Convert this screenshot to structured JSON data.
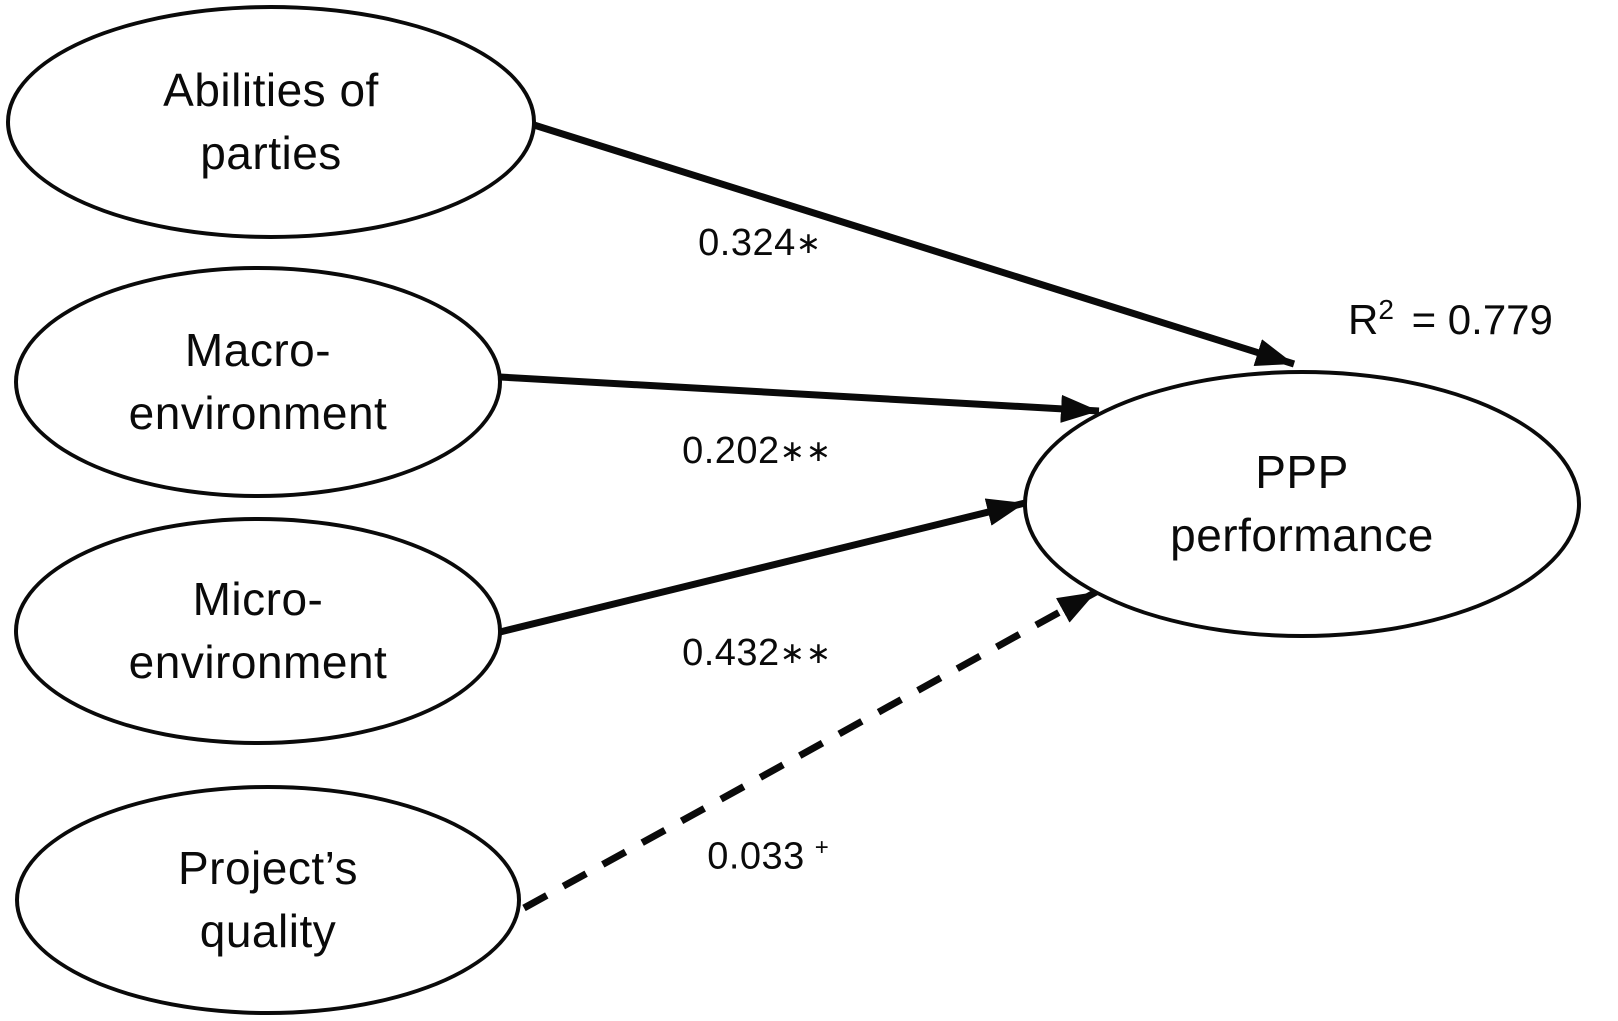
{
  "figure": {
    "kind": "structural-path-diagram",
    "colors": {
      "stroke": "#0a0a0a",
      "background": "#ffffff",
      "text": "#0a0a0a"
    },
    "outcome": {
      "label": "PPP\nperformance",
      "r_squared": {
        "base": "R",
        "superscript": "2",
        "equals": "= 0.779"
      }
    },
    "predictors": [
      {
        "label": "Abilities of\nparties",
        "coefficient": "0.324",
        "significance": "∗",
        "line_style": "solid"
      },
      {
        "label": "Macro-\nenvironment",
        "coefficient": "0.202",
        "significance": "∗∗",
        "line_style": "solid"
      },
      {
        "label": "Micro-\nenvironment",
        "coefficient": "0.432",
        "significance": "∗∗",
        "line_style": "solid"
      },
      {
        "label": "Project’s\nquality",
        "coefficient": "0.033",
        "significance": "+",
        "line_style": "dashed"
      }
    ]
  }
}
